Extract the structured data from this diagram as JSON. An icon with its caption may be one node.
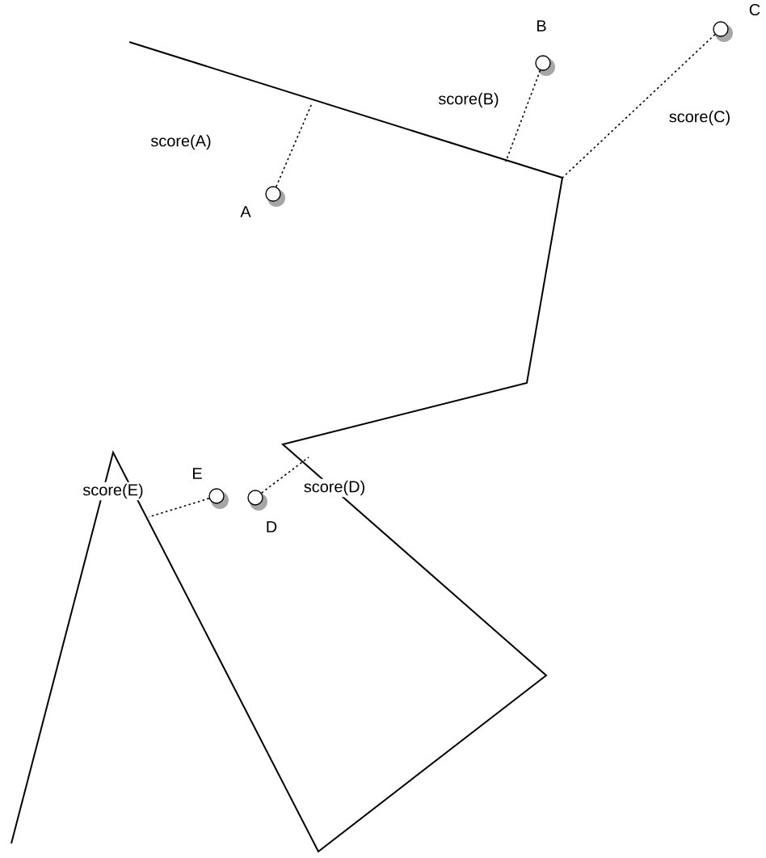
{
  "diagram": {
    "nodes": [
      {
        "text": [],
        "shape": "circle",
        "beside": [
          "A"
        ]
      },
      {
        "text": [],
        "shape": "circle",
        "beside": [
          "B"
        ]
      },
      {
        "text": [],
        "shape": "circle",
        "beside": [
          "C"
        ]
      },
      {
        "text": [],
        "shape": "circle",
        "beside": [
          "E"
        ]
      },
      {
        "text": [],
        "shape": "circle",
        "beside": [
          "D"
        ]
      }
    ],
    "edges": [
      {
        "from": 0,
        "to": null,
        "arrow": "none",
        "label": "score(A)",
        "style": "dashed"
      },
      {
        "from": 1,
        "to": null,
        "arrow": "none",
        "label": "score(B)",
        "style": "dashed"
      },
      {
        "from": 2,
        "to": null,
        "arrow": "none",
        "label": "score(C)",
        "style": "dashed"
      },
      {
        "from": 4,
        "to": null,
        "arrow": "none",
        "label": "score(D)",
        "style": "dashed"
      },
      {
        "from": 3,
        "to": null,
        "arrow": "none",
        "label": "score(E)",
        "style": "dashed"
      }
    ]
  }
}
